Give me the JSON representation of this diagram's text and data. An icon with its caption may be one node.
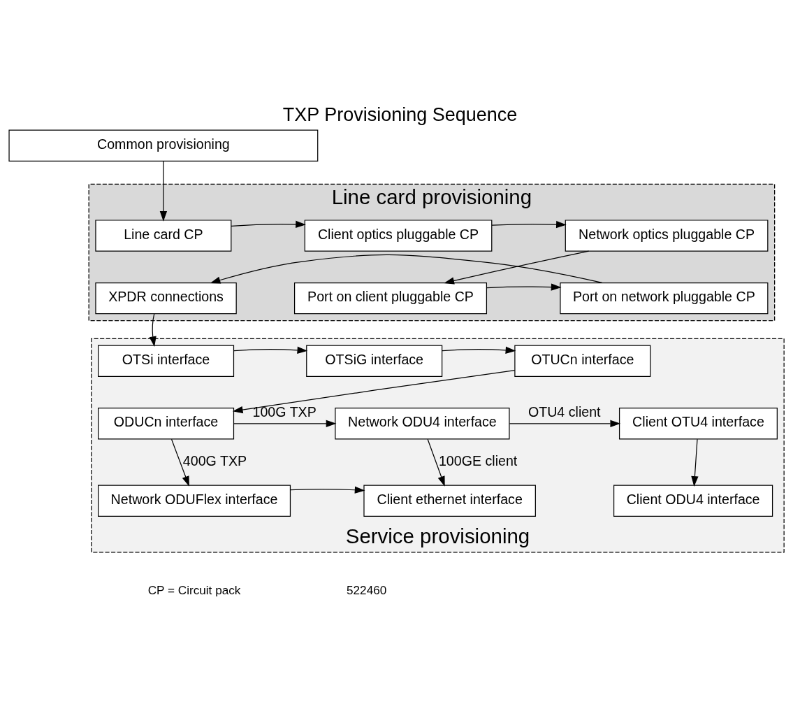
{
  "diagram": {
    "title": "TXP Provisioning Sequence",
    "nodes": [
      {
        "text": [
          "Common provisioning"
        ]
      },
      {
        "text": [
          "Line card provisioning"
        ]
      },
      {
        "text": [
          "Network optics pluggable CP"
        ],
        "in": 1
      },
      {
        "text": [
          "Client optics pluggable CP"
        ],
        "in": 1
      },
      {
        "text": [
          "Line card CP"
        ],
        "in": 1
      },
      {
        "text": [
          "Port on client pluggable CP"
        ],
        "in": 1
      },
      {
        "text": [
          "Port on network pluggable CP"
        ],
        "in": 1
      },
      {
        "text": [
          "XPDR connections"
        ],
        "in": 1
      },
      {
        "text": [
          "Service provisioning"
        ]
      },
      {
        "text": [
          "OTUCn interface"
        ],
        "in": 8
      },
      {
        "text": [
          "OTSiG interface"
        ],
        "in": 8
      },
      {
        "text": [
          "OTSi interface"
        ],
        "in": 8
      },
      {
        "text": [
          "ODUCn interface"
        ],
        "in": 8
      },
      {
        "text": [
          "Network ODU4 interface"
        ],
        "in": 8
      },
      {
        "text": [
          "Client OTU4 interface"
        ],
        "in": 8
      },
      {
        "text": [
          "Network ODUFlex interface"
        ],
        "in": 8
      },
      {
        "text": [
          "Client ethernet interface"
        ],
        "in": 8
      },
      {
        "text": [
          "Client ODU4 interface"
        ],
        "in": 8
      }
    ],
    "edges": [
      {
        "from": 0,
        "to": 4,
        "arrow": "to"
      },
      {
        "from": 4,
        "to": 3,
        "arrow": "to"
      },
      {
        "from": 3,
        "to": 2,
        "arrow": "to"
      },
      {
        "from": 2,
        "to": 5,
        "arrow": "to"
      },
      {
        "from": 5,
        "to": 6,
        "arrow": "to"
      },
      {
        "from": 6,
        "to": 7,
        "arrow": "to"
      },
      {
        "from": 7,
        "to": 11,
        "arrow": "to"
      },
      {
        "from": 11,
        "to": 10,
        "arrow": "to"
      },
      {
        "from": 10,
        "to": 9,
        "arrow": "to"
      },
      {
        "from": 9,
        "to": 12,
        "arrow": "to"
      },
      {
        "from": 12,
        "to": 13,
        "label": "100G TXP",
        "arrow": "to"
      },
      {
        "from": 13,
        "to": 14,
        "label": "OTU4 client",
        "arrow": "to"
      },
      {
        "from": 12,
        "to": 15,
        "label": "400G TXP",
        "arrow": "to"
      },
      {
        "from": 13,
        "to": 16,
        "label": "100GE client",
        "arrow": "to"
      },
      {
        "from": 14,
        "to": 17,
        "arrow": "to"
      },
      {
        "from": 15,
        "to": 16,
        "arrow": "to"
      }
    ],
    "labels": [
      "CP = Circuit pack",
      "522460"
    ]
  }
}
